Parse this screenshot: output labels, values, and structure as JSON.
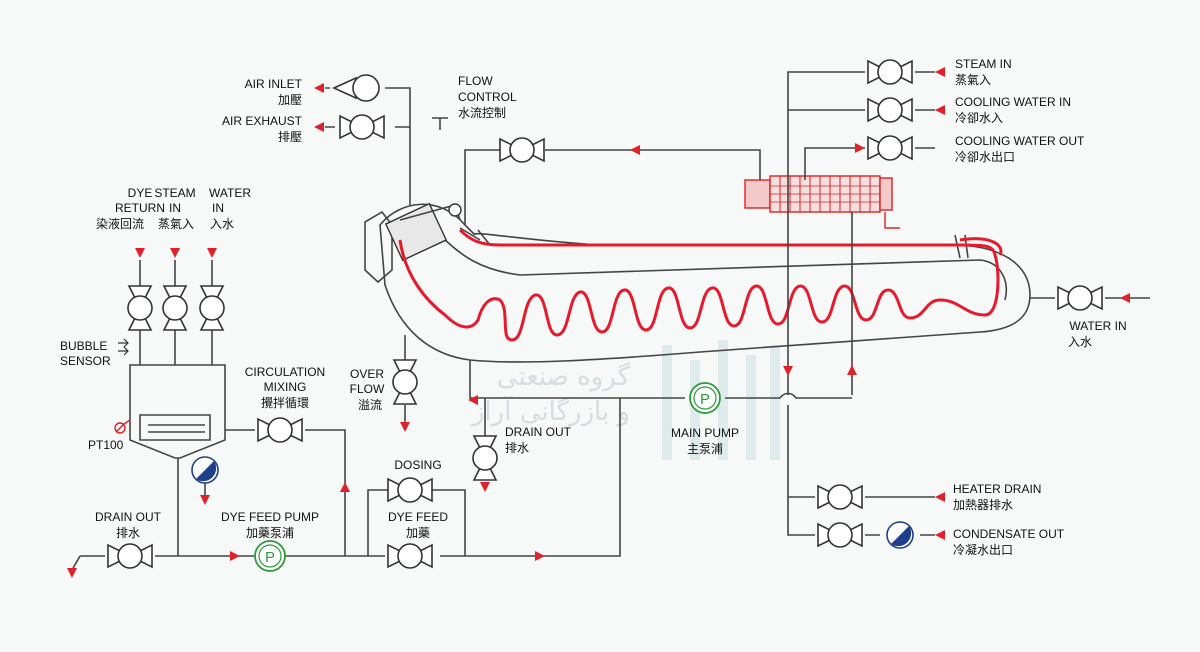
{
  "labels": {
    "air_inlet": "AIR INLET",
    "air_inlet_cn": "加壓",
    "air_exhaust": "AIR EXHAUST",
    "air_exhaust_cn": "排壓",
    "flow_control_1": "FLOW",
    "flow_control_2": "CONTROL",
    "flow_control_cn": "水流控制",
    "dye_return_1": "DYE",
    "dye_return_2": "RETURN",
    "dye_return_cn": "染液回流",
    "steam_in_1": "STEAM",
    "steam_in_2": "IN",
    "steam_in_cn": "蒸氣入",
    "water_in_1": "WATER",
    "water_in_2": "IN",
    "water_in_cn": "入水",
    "bubble_1": "BUBBLE",
    "bubble_2": "SENSOR",
    "pt100": "PT100",
    "circ_1": "CIRCULATION",
    "circ_2": "MIXING",
    "circ_cn": "攪拌循環",
    "overflow_1": "OVER",
    "overflow_2": "FLOW",
    "overflow_cn": "溢流",
    "drain_out_mid": "DRAIN OUT",
    "drain_out_mid_cn": "排水",
    "main_pump": "MAIN PUMP",
    "main_pump_cn": "主泵浦",
    "dosing": "DOSING",
    "dye_feed": "DYE FEED",
    "dye_feed_cn": "加藥",
    "dye_feed_pump": "DYE FEED PUMP",
    "dye_feed_pump_cn": "加藥泵浦",
    "drain_out_left": "DRAIN OUT",
    "drain_out_left_cn": "排水",
    "steam_in_r": "STEAM IN",
    "steam_in_r_cn": "蒸氣入",
    "cw_in": "COOLING WATER IN",
    "cw_in_cn": "冷卻水入",
    "cw_out": "COOLING WATER OUT",
    "cw_out_cn": "冷卻水出口",
    "water_in_r": "WATER IN",
    "water_in_r_cn": "入水",
    "heater_drain": "HEATER DRAIN",
    "heater_drain_cn": "加熱器排水",
    "condensate_out": "CONDENSATE OUT",
    "condensate_out_cn": "冷凝水出口",
    "pump_symbol": "P",
    "watermark_1": "گروه صنعتی",
    "watermark_2": "و بازرگانی آراز"
  },
  "colors": {
    "pipe": "#444444",
    "arrow": "#e0202a",
    "coil": "#e8192a",
    "pump": "#2e9a3a",
    "meter": "#1f3f8c",
    "watermark": "#b9c7cb"
  }
}
